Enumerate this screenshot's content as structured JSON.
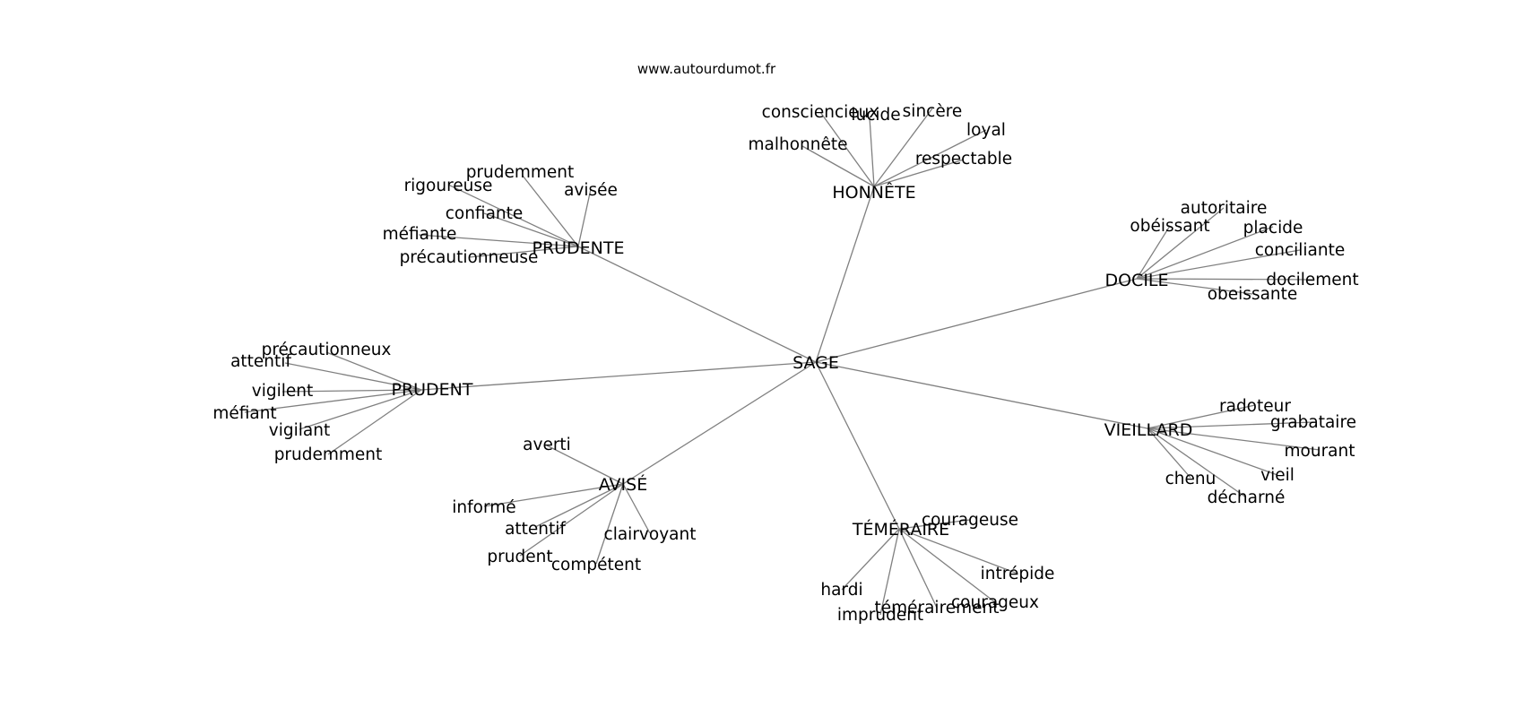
{
  "source": "www.autourdumot.fr",
  "center": "SAGE",
  "clusters": [
    {
      "word": "HONNÊTE",
      "related": [
        "consciencieux",
        "lucide",
        "sincère",
        "loyal",
        "malhonnête",
        "respectable"
      ]
    },
    {
      "word": "PRUDENTE",
      "related": [
        "prudemment",
        "avisée",
        "rigoureuse",
        "confiante",
        "méfiante",
        "précautionneuse"
      ]
    },
    {
      "word": "DOCILE",
      "related": [
        "autoritaire",
        "obéissant",
        "placide",
        "conciliante",
        "docilement",
        "obeissante"
      ]
    },
    {
      "word": "PRUDENT",
      "related": [
        "précautionneux",
        "attentif",
        "vigilent",
        "méfiant",
        "vigilant",
        "prudemment"
      ]
    },
    {
      "word": "VIEILLARD",
      "related": [
        "radoteur",
        "grabataire",
        "mourant",
        "vieil",
        "chenu",
        "décharné"
      ]
    },
    {
      "word": "AVISÉ",
      "related": [
        "averti",
        "informé",
        "attentif",
        "clairvoyant",
        "prudent",
        "compétent"
      ]
    },
    {
      "word": "TÉMÉRAIRE",
      "related": [
        "courageuse",
        "intrépide",
        "courageux",
        "témérairement",
        "hardi",
        "imprudent"
      ]
    }
  ]
}
